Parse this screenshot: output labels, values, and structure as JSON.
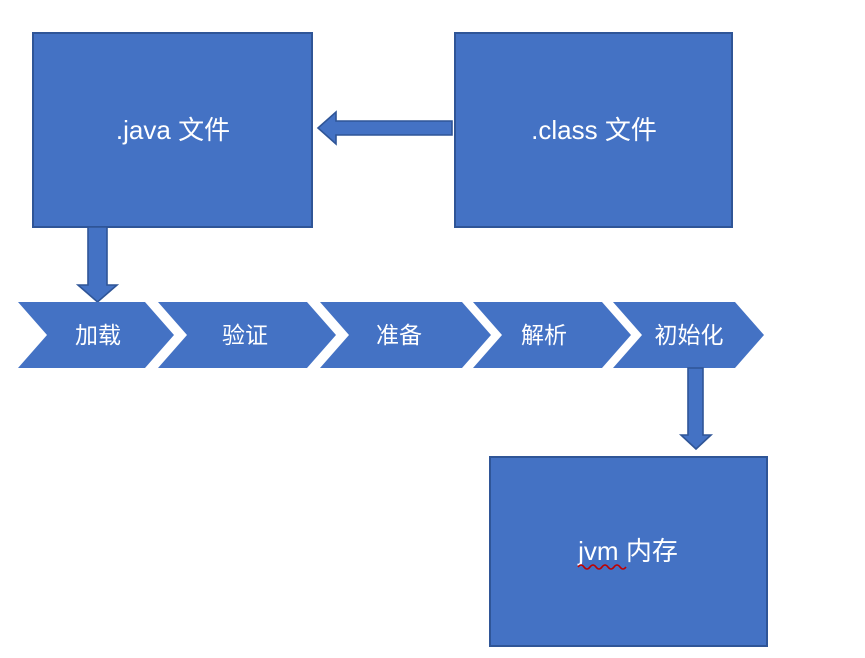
{
  "diagram": {
    "title_hint": "JVM class loading flow diagram",
    "boxes": {
      "java_file": {
        "label": ".java 文件"
      },
      "class_file": {
        "label": ".class 文件"
      },
      "jvm_memory": {
        "label": "jvm 内存"
      }
    },
    "flow": {
      "steps": [
        "加载",
        "验证",
        "准备",
        "解析",
        "初始化"
      ]
    },
    "colors": {
      "shape_fill": "#4472C4",
      "shape_border": "#2F5597",
      "label_text": "#FFFFFF",
      "background": "#FFFFFF",
      "spellcheck_squiggle": "#C00000"
    }
  }
}
